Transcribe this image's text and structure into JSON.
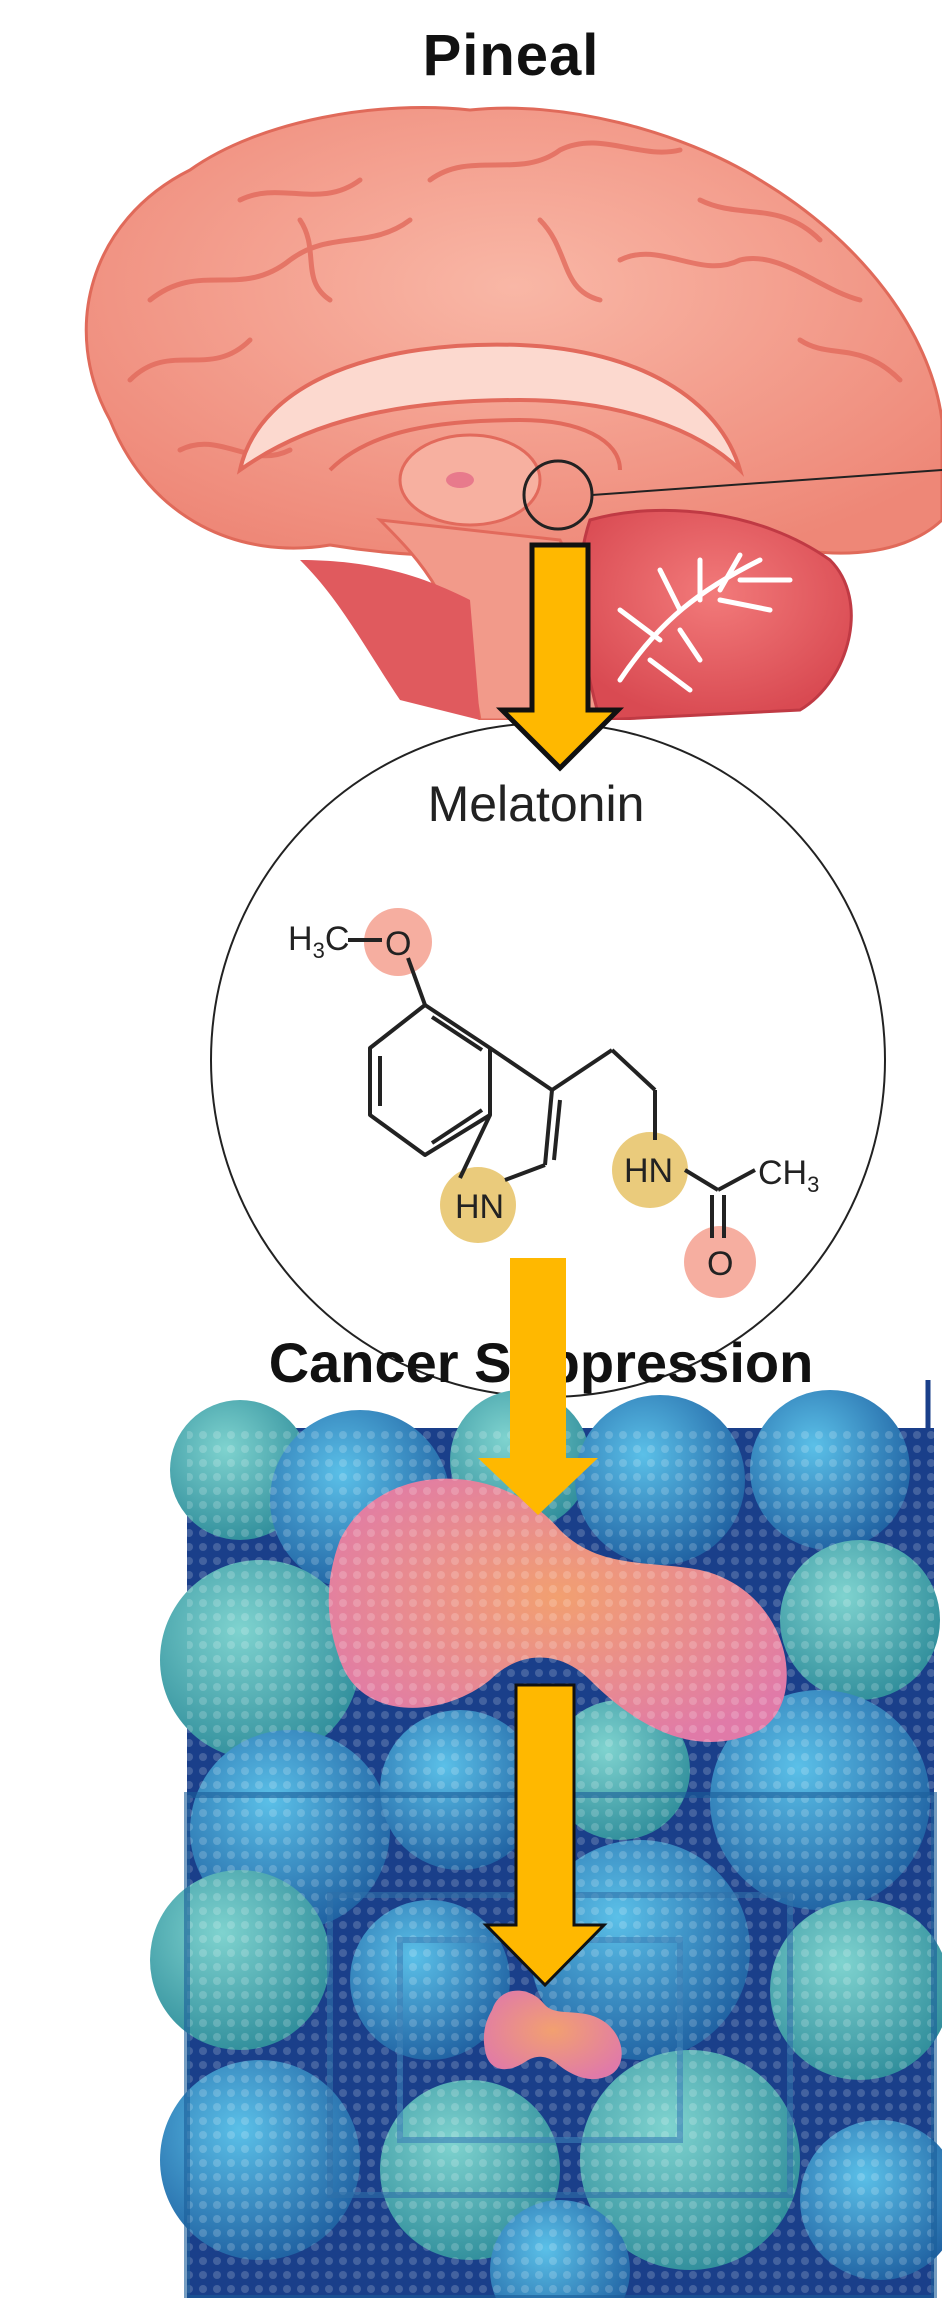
{
  "diagram": {
    "top_title": "Pineal",
    "molecule_name": "Melatonin",
    "atoms": {
      "h3c": "H",
      "h3c_sub": "3",
      "h3c_c": "C",
      "o_methoxy": "O",
      "nh_ring": "HN",
      "nh_amide": "HN",
      "ch3": "CH",
      "ch3_sub": "3",
      "o_carbonyl": "O"
    },
    "bottom_title": "Cancer Suppression"
  },
  "colors": {
    "arrow": "#FFB800",
    "brain": "#F4A08F",
    "highlight_oxygen": "#F4A08F",
    "highlight_nitrogen": "#E8C56E",
    "cells": "#2E86C1",
    "tumor": "#E07AA8"
  }
}
